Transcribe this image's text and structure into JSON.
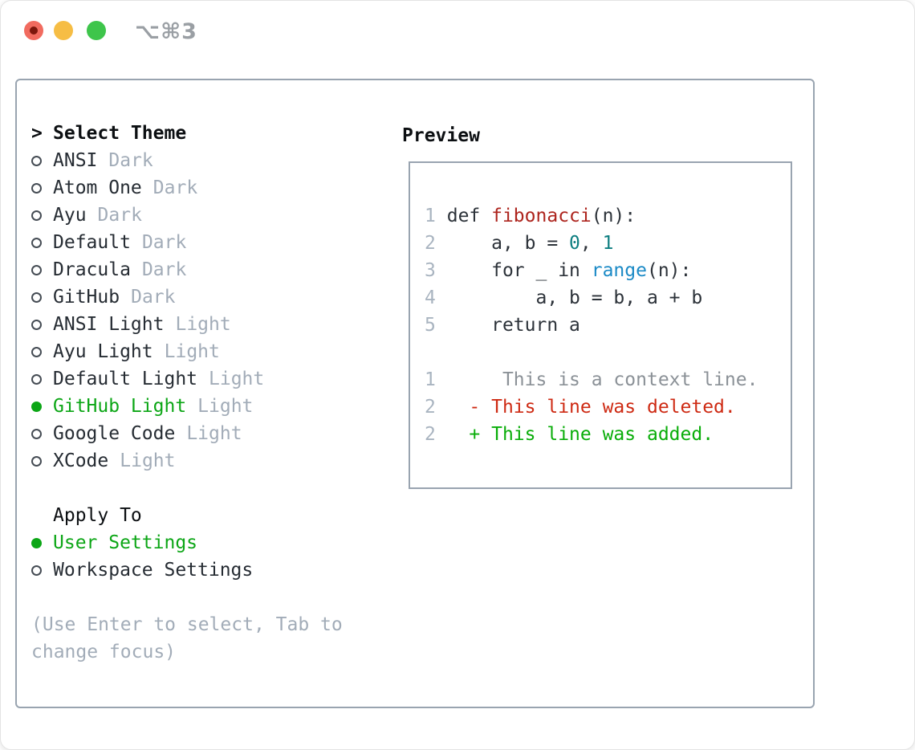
{
  "window": {
    "title": "⌥⌘3"
  },
  "theme_picker": {
    "header": {
      "marker": ">",
      "label": "Select Theme"
    },
    "items": [
      {
        "name": "ANSI",
        "variant": "Dark",
        "selected": false
      },
      {
        "name": "Atom One",
        "variant": "Dark",
        "selected": false
      },
      {
        "name": "Ayu",
        "variant": "Dark",
        "selected": false
      },
      {
        "name": "Default",
        "variant": "Dark",
        "selected": false
      },
      {
        "name": "Dracula",
        "variant": "Dark",
        "selected": false
      },
      {
        "name": "GitHub",
        "variant": "Dark",
        "selected": false
      },
      {
        "name": "ANSI Light",
        "variant": "Light",
        "selected": false
      },
      {
        "name": "Ayu Light",
        "variant": "Light",
        "selected": false
      },
      {
        "name": "Default Light",
        "variant": "Light",
        "selected": false
      },
      {
        "name": "GitHub Light",
        "variant": "Light",
        "selected": true
      },
      {
        "name": "Google Code",
        "variant": "Light",
        "selected": false
      },
      {
        "name": "XCode",
        "variant": "Light",
        "selected": false
      }
    ],
    "apply_to": {
      "label": "Apply To",
      "options": [
        {
          "name": "User Settings",
          "selected": true
        },
        {
          "name": "Workspace Settings",
          "selected": false
        }
      ]
    },
    "hint_lines": [
      "(Use Enter to select, Tab to",
      "change focus)"
    ]
  },
  "preview": {
    "title": "Preview",
    "code_lines": [
      {
        "num": "1",
        "segments": [
          {
            "t": "def ",
            "c": "plain"
          },
          {
            "t": "fibonacci",
            "c": "func"
          },
          {
            "t": "(n):",
            "c": "plain"
          }
        ]
      },
      {
        "num": "2",
        "segments": [
          {
            "t": "    a, b = ",
            "c": "plain"
          },
          {
            "t": "0",
            "c": "num"
          },
          {
            "t": ", ",
            "c": "plain"
          },
          {
            "t": "1",
            "c": "num"
          }
        ]
      },
      {
        "num": "3",
        "segments": [
          {
            "t": "    for _ in ",
            "c": "plain"
          },
          {
            "t": "range",
            "c": "builtin"
          },
          {
            "t": "(n):",
            "c": "plain"
          }
        ]
      },
      {
        "num": "4",
        "segments": [
          {
            "t": "        a, b = b, a + b",
            "c": "plain"
          }
        ]
      },
      {
        "num": "5",
        "segments": [
          {
            "t": "    return a",
            "c": "plain"
          }
        ]
      },
      {
        "num": "",
        "segments": []
      },
      {
        "num": "1",
        "segments": [
          {
            "t": "     This is a context line.",
            "c": "context"
          }
        ]
      },
      {
        "num": "2",
        "segments": [
          {
            "t": "  - This line was deleted.",
            "c": "deleted"
          }
        ]
      },
      {
        "num": "2",
        "segments": [
          {
            "t": "  + This line was added.",
            "c": "added"
          }
        ]
      }
    ]
  },
  "colors": {
    "accent_green": "#0ca616",
    "deleted_red": "#ce2a13",
    "added_green": "#09ad09",
    "function_red": "#ad241d",
    "number_teal": "#0d7e80",
    "builtin_blue": "#1b8ac6",
    "muted_gray": "#a2acb8",
    "border_gray": "#99a4b0",
    "traffic_red": "#f16b5f",
    "traffic_yellow": "#f6bd44",
    "traffic_green": "#3ec54b"
  }
}
